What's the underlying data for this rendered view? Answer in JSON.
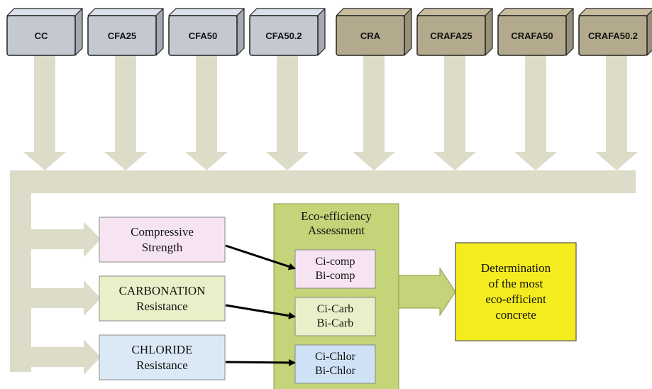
{
  "cubes": [
    {
      "label": "CC",
      "color": "#c3c8d1"
    },
    {
      "label": "CFA25",
      "color": "#c3c8d1"
    },
    {
      "label": "CFA50",
      "color": "#c3c8d1"
    },
    {
      "label": "CFA50.2",
      "color": "#c3c8d1"
    },
    {
      "label": "CRA",
      "color": "#b3aa8e"
    },
    {
      "label": "CRAFA25",
      "color": "#b3aa8e"
    },
    {
      "label": "CRAFA50",
      "color": "#b3aa8e"
    },
    {
      "label": "CRAFA50.2",
      "color": "#b3aa8e"
    }
  ],
  "properties": [
    {
      "line1": "Compressive",
      "line2": "Strength",
      "color": "#f7e4f3"
    },
    {
      "line1": "CARBONATION",
      "line2": "Resistance",
      "color": "#e9f0c9"
    },
    {
      "line1": "CHLORIDE",
      "line2": "Resistance",
      "color": "#dbe9f7"
    }
  ],
  "assessment": {
    "title_line1": "Eco-efficiency",
    "title_line2": "Assessment",
    "panel_color": "#c4d478",
    "items": [
      {
        "line1": "Ci-comp",
        "line2": "Bi-comp",
        "color": "#f7e4f3"
      },
      {
        "line1": "Ci-Carb",
        "line2": "Bi-Carb",
        "color": "#e9f0c9"
      },
      {
        "line1": "Ci-Chlor",
        "line2": "Bi-Chlor",
        "color": "#cfe2f5"
      }
    ]
  },
  "result": {
    "line1": "Determination",
    "line2": "of the most",
    "line3": "eco-efficient",
    "line4": "concrete",
    "color": "#f4ec1e"
  },
  "colors": {
    "arrow": "#dcdcc9",
    "panel_arrow": "#c4d478",
    "connector": "#000000"
  }
}
